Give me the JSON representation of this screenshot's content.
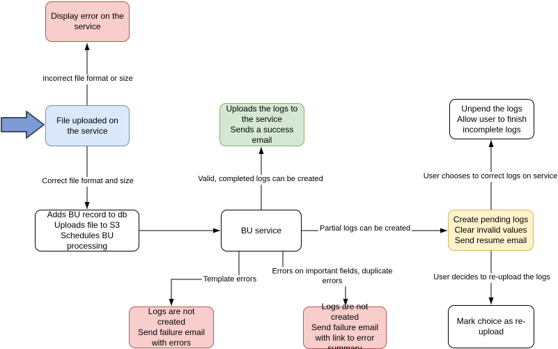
{
  "diagram": {
    "type": "flowchart",
    "background": "#ffffff"
  },
  "colors": {
    "error_fill": "#f8cecc",
    "error_border": "#b85450",
    "info_fill": "#dae8fc",
    "info_border": "#6c8ebf",
    "success_fill": "#d5e8d4",
    "success_border": "#82b366",
    "pending_fill": "#fff2cc",
    "pending_border": "#d6b656",
    "neutral_fill": "#ffffff",
    "neutral_border": "#000000",
    "entry_arrow_fill": "#7d9bd6",
    "entry_arrow_border": "#3c4a5c",
    "connector": "#000000"
  },
  "nodes": {
    "display_error": {
      "label": "Display error on the service",
      "color": "#f8cecc"
    },
    "file_uploaded": {
      "label": "File uploaded on the service",
      "color": "#dae8fc"
    },
    "adds_bu_record": {
      "label": "Adds BU record to db\nUploads file to S3\nSchedules BU processing",
      "color": "#ffffff"
    },
    "upload_success": {
      "label": "Uploads the logs to the service\nSends a success email",
      "color": "#d5e8d4"
    },
    "bu_service": {
      "label": "BU service",
      "color": "#ffffff"
    },
    "create_pending": {
      "label": "Create pending logs\nClear invalid values\nSend resume email",
      "color": "#fff2cc"
    },
    "unpend_logs": {
      "label": "Unpend the logs\nAllow user to finish incomplete logs",
      "color": "#ffffff"
    },
    "mark_reupload": {
      "label": "Mark choice as re-upload",
      "color": "#ffffff"
    },
    "failure_template": {
      "label": "Logs are not created\nSend failure email with errors",
      "color": "#f8cecc"
    },
    "failure_fields": {
      "label": "Logs are not created\nSend failure email with link to error summary",
      "color": "#f8cecc"
    }
  },
  "edge_labels": {
    "incorrect_format": "Incorrect file format or size",
    "correct_format": "Correct file format and size",
    "valid_logs": "Valid, completed logs can be created",
    "partial_logs": "Partial logs can be created",
    "user_corrects": "User chooses to correct logs on service",
    "user_reuploads": "User decides to re-upload the logs",
    "template_errors": "Template errors",
    "field_errors": "Errors on important fields, duplicate errors"
  }
}
